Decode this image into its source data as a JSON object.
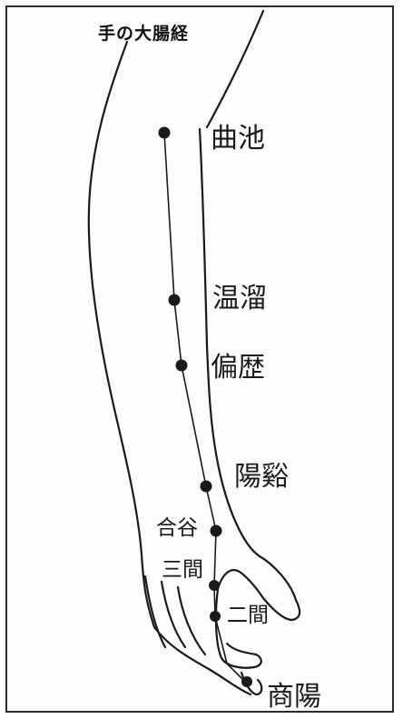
{
  "title": "手の大腸経",
  "meridian": "手の大腸経",
  "points": {
    "kyokuchi": "曲池",
    "onru": "温溜",
    "henreki": "偏歴",
    "yokei": "陽谿",
    "goukoku": "合谷",
    "sankan": "三間",
    "jikan": "二間",
    "shouyou": "商陽"
  },
  "colors": {
    "ink": "#1a1a1a",
    "paper": "#fdfdfc"
  }
}
